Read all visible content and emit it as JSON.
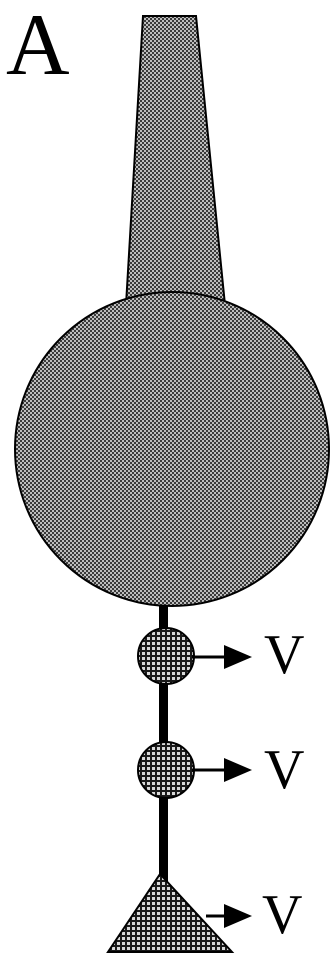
{
  "panel_label": "A",
  "outputs": [
    {
      "label": "V"
    },
    {
      "label": "V"
    },
    {
      "label": "V"
    }
  ],
  "colors": {
    "stroke": "#000000",
    "fill_pattern_dark": "#3a3a3a",
    "fill_pattern_light": "#bdbdbd",
    "background": "#ffffff"
  }
}
